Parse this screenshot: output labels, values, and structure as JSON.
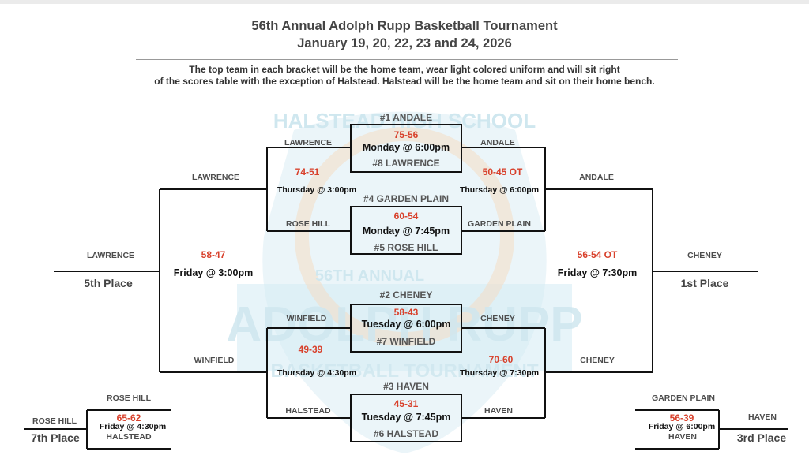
{
  "header": {
    "title_line1": "56th Annual Adolph Rupp Basketball Tournament",
    "title_line2": "January 19, 20, 22, 23 and 24, 2026",
    "note_line1": "The top team in each bracket will be the home team, wear light colored uniform and will sit right",
    "note_line2": "of the scores table with the exception of Halstead. Halstead will be the home team and sit on their home bench."
  },
  "watermark": {
    "line1": "HALSTEAD HIGH SCHOOL",
    "line2": "56TH ANNUAL",
    "line3": "ADOLPH RUPP",
    "line4": "BASKETBALL TOURNAMENT"
  },
  "colors": {
    "score": "#d8412c",
    "line": "#111111",
    "watermark": "#9fd3e6"
  },
  "seeds": {
    "s1": "#1 ANDALE",
    "s8": "#8  LAWRENCE",
    "s4": "#4 GARDEN PLAIN",
    "s5": "#5  ROSE HILL",
    "s2": "#2 CHENEY",
    "s7": "#7 WINFIELD",
    "s3": "#3 HAVEN",
    "s6": "#6 HALSTEAD"
  },
  "games": {
    "g1": {
      "score": "75-56",
      "time": "Monday @ 6:00pm"
    },
    "g2": {
      "score": "60-54",
      "time": "Monday @ 7:45pm"
    },
    "g3": {
      "score": "58-43",
      "time": "Tuesday @ 6:00pm"
    },
    "g4": {
      "score": "45-31",
      "time": "Tuesday @ 7:45pm"
    },
    "cons_top": {
      "score": "74-51",
      "time": "Thursday @ 3:00pm"
    },
    "semi_top": {
      "score": "50-45 OT",
      "time": "Thursday @ 6:00pm"
    },
    "cons_bot": {
      "score": "49-39",
      "time": "Thursday @ 4:30pm"
    },
    "semi_bot": {
      "score": "70-60",
      "time": "Thursday @ 7:30pm"
    },
    "fifth": {
      "score": "58-47",
      "time": "Friday @ 3:00pm"
    },
    "final": {
      "score": "56-54 OT",
      "time": "Friday @ 7:30pm"
    },
    "seventh": {
      "score": "65-62",
      "time": "Friday @ 4:30pm"
    },
    "third": {
      "score": "56-39",
      "time": "Friday @ 6:00pm"
    }
  },
  "labels": {
    "g1_loser": "LAWRENCE",
    "g1_winner": "ANDALE",
    "g2_loser": "ROSE HILL",
    "g2_winner": "GARDEN PLAIN",
    "g3_loser": "WINFIELD",
    "g3_winner": "CHENEY",
    "g4_loser": "HALSTEAD",
    "g4_winner": "HAVEN",
    "cons_top_winner": "LAWRENCE",
    "cons_bot_winner": "WINFIELD",
    "semi_top_winner": "ANDALE",
    "semi_bot_winner": "CHENEY",
    "fifth_winner": "LAWRENCE",
    "final_winner": "CHENEY",
    "seventh_top": "ROSE HILL",
    "seventh_bottom": "HALSTEAD",
    "seventh_winner": "ROSE HILL",
    "third_top": "GARDEN PLAIN",
    "third_bottom": "HAVEN",
    "third_winner": "HAVEN"
  },
  "places": {
    "fifth": "5th Place",
    "first": "1st Place",
    "seventh": "7th Place",
    "third": "3rd Place"
  }
}
